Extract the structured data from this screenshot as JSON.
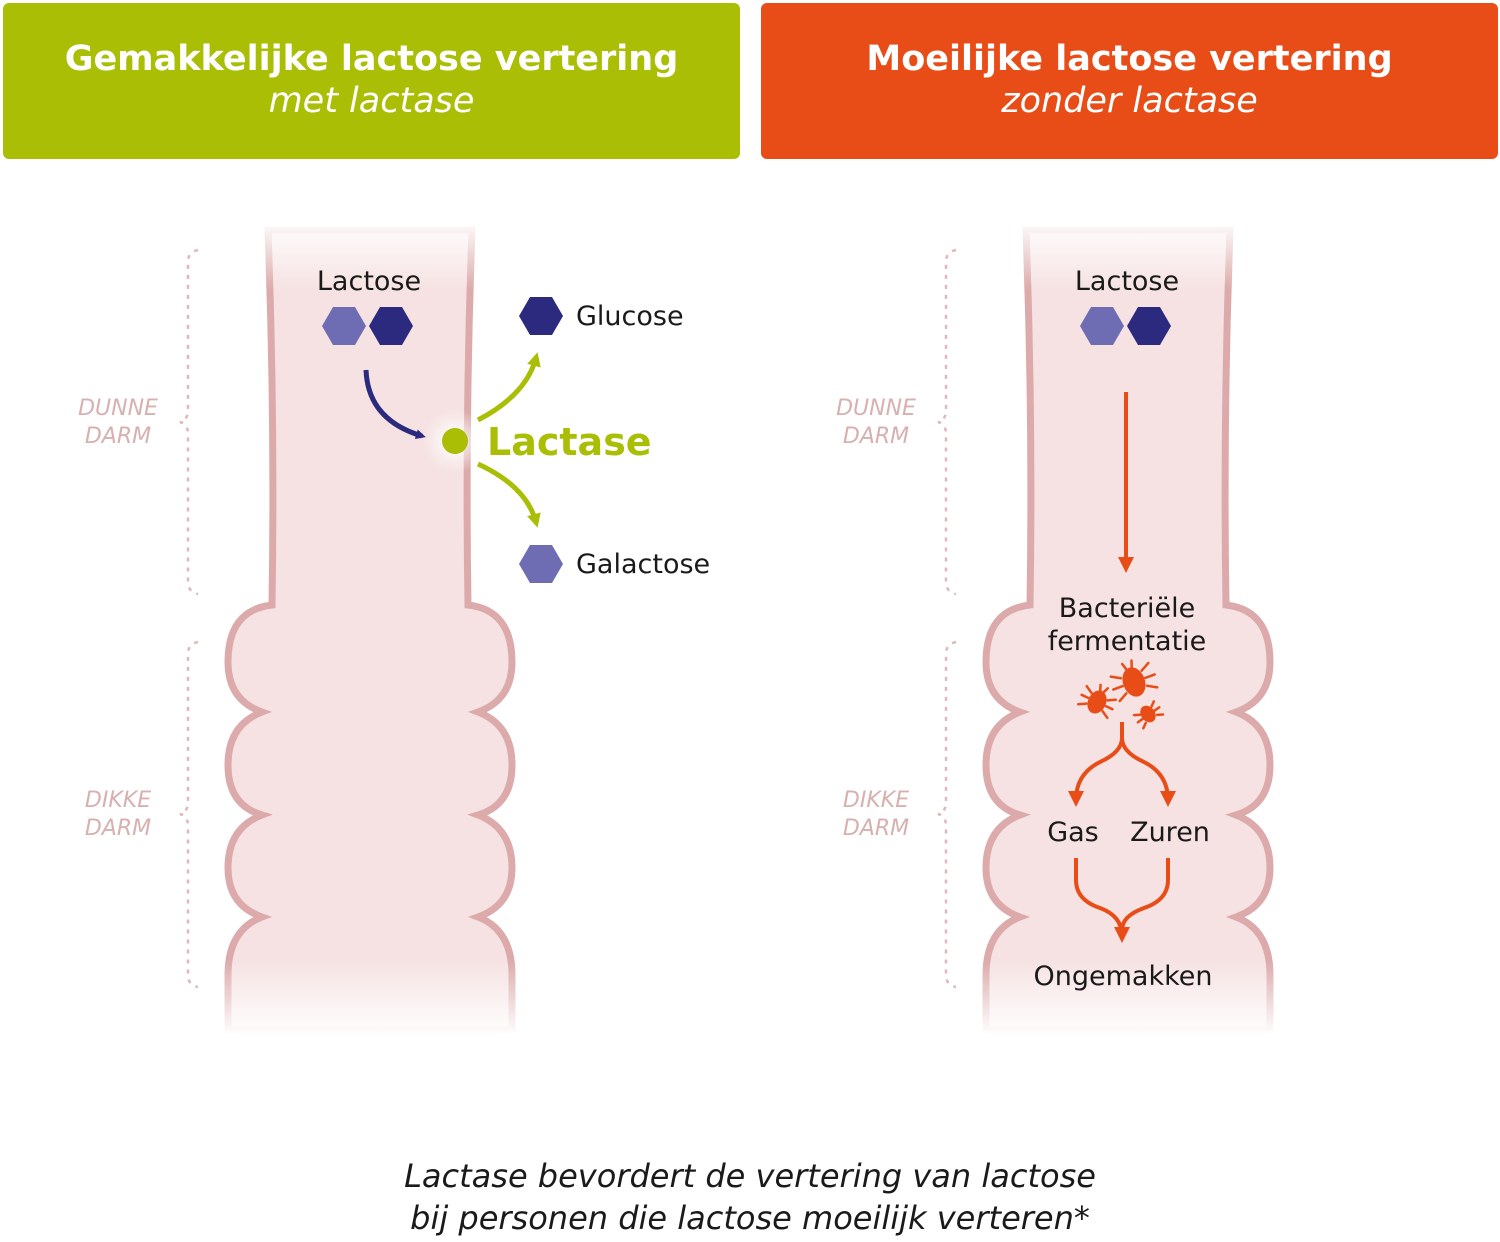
{
  "colors": {
    "green": "#aabe05",
    "orange": "#e84d18",
    "navy": "#2b2a7e",
    "lavender": "#6e6db4",
    "intestine": "#f4dcdc",
    "intestine_edge": "#dcaaaa",
    "region_label": "#d8b0b0"
  },
  "left_panel": {
    "title": "Gemakkelijke lactose vertering",
    "subtitle": "met lactase",
    "lactose_label": "Lactose",
    "enzyme_label": "Lactase",
    "glucose_label": "Glucose",
    "galactose_label": "Galactose",
    "region_upper": [
      "DUNNE",
      "DARM"
    ],
    "region_lower": [
      "DIKKE",
      "DARM"
    ]
  },
  "right_panel": {
    "title": "Moeilijke lactose vertering",
    "subtitle": "zonder lactase",
    "lactose_label": "Lactose",
    "fermentation_label": [
      "Bacteriële",
      "fermentatie"
    ],
    "gas_label": "Gas",
    "acids_label": "Zuren",
    "discomfort_label": "Ongemakken",
    "region_upper": [
      "DUNNE",
      "DARM"
    ],
    "region_lower": [
      "DIKKE",
      "DARM"
    ],
    "bacteria_icon": "bacteria-icon"
  },
  "caption": {
    "line1": "Lactase bevordert de vertering van lactose",
    "line2": "bij personen die lactose moeilijk verteren*"
  }
}
